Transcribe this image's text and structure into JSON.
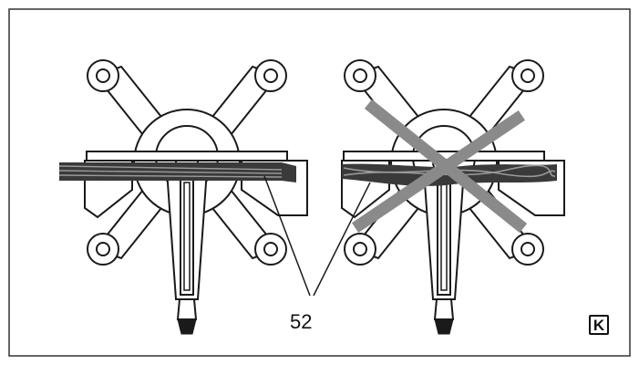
{
  "diagram": {
    "callout_number": "52",
    "panel_letter": "K",
    "colors": {
      "line": "#1a1a1a",
      "cable_dark": "#3a3a3a",
      "cable_light": "#9a9a9a",
      "cross": "#8a8a8a",
      "frame": "#333333",
      "background": "#ffffff"
    },
    "panels": [
      {
        "name": "correct-routing",
        "cable_state": "straight"
      },
      {
        "name": "incorrect-routing",
        "cable_state": "twisted",
        "marked_wrong": true
      }
    ]
  }
}
